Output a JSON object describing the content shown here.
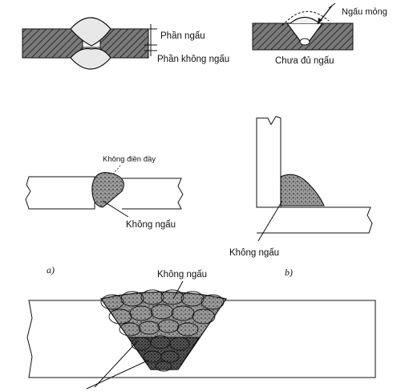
{
  "labels": {
    "phan_ngau": "Phần ngấu",
    "phan_khong_ngau": "Phần không ngấu",
    "ngau_mong": "Ngấu mỏng",
    "chua_du_ngau": "Chưa đủ ngấu",
    "khong_dien_day": "Không điền đầy",
    "khong_ngau_a": "Không ngấu",
    "khong_ngau_b": "Không ngấu",
    "fig_a": "a)",
    "fig_b": "b)",
    "khong_ngau_bottom": "Không ngấu"
  }
}
